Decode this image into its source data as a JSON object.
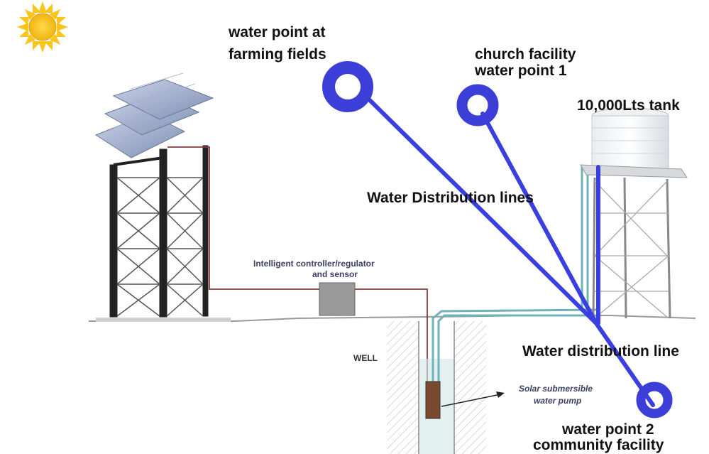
{
  "labels": {
    "farming_line1": "water point at",
    "farming_line2": "farming fields",
    "church_line1": "church facility",
    "church_line2": "water point 1",
    "tank": "10,000Lts tank",
    "distribution_lines": "Water Distribution lines",
    "distribution_line": "Water distribution line",
    "controller_line1": "Intelligent controller/regulator",
    "controller_line2": "and sensor",
    "well": "WELL",
    "pump_line1": "Solar submersible",
    "pump_line2": "water pump",
    "wp2_line1": "water point 2",
    "wp2_line2": "community facility"
  },
  "icons": [
    "sun-icon",
    "solar-panel-icon",
    "water-tank-icon",
    "water-point-ring-icon",
    "pump-icon"
  ],
  "colors": {
    "pipe_blue": "#3a3fe0",
    "ring_blue": "#3b3fd8",
    "sun": "#f7c51e",
    "controller": "#9a9a9a",
    "tower": "#222222",
    "cable_red": "#8b3a3a",
    "feed_teal": "#6fb3b8"
  }
}
